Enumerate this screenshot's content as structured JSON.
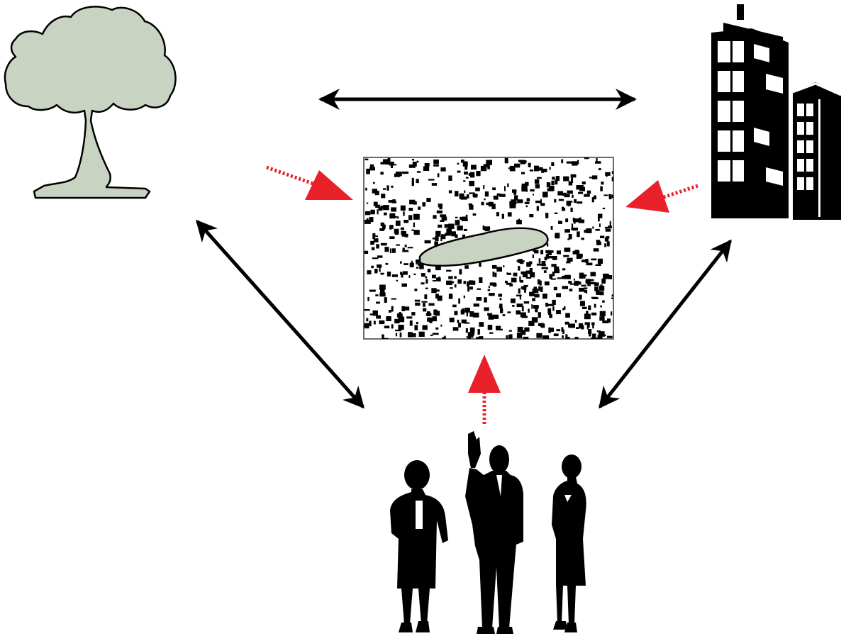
{
  "colors": {
    "background": "#ffffff",
    "nature_fill": "#c9d3c2",
    "outline": "#000000",
    "influence_arrow": "#e8202a",
    "relation_arrow": "#000000",
    "map_frame": "#3a3a3a"
  },
  "nodes": [
    {
      "id": "nature",
      "icon": "tree-icon"
    },
    {
      "id": "built",
      "icon": "buildings-icon"
    },
    {
      "id": "people",
      "icon": "people-icon"
    },
    {
      "id": "city",
      "icon": "city-map-icon"
    }
  ],
  "relations": [
    {
      "from": "nature",
      "to": "built",
      "style": "solid-double-arrow"
    },
    {
      "from": "nature",
      "to": "people",
      "style": "solid-double-arrow"
    },
    {
      "from": "built",
      "to": "people",
      "style": "solid-double-arrow"
    },
    {
      "from": "nature",
      "to": "city",
      "style": "dotted-red-arrow"
    },
    {
      "from": "built",
      "to": "city",
      "style": "dotted-red-arrow"
    },
    {
      "from": "people",
      "to": "city",
      "style": "dotted-red-arrow"
    }
  ]
}
